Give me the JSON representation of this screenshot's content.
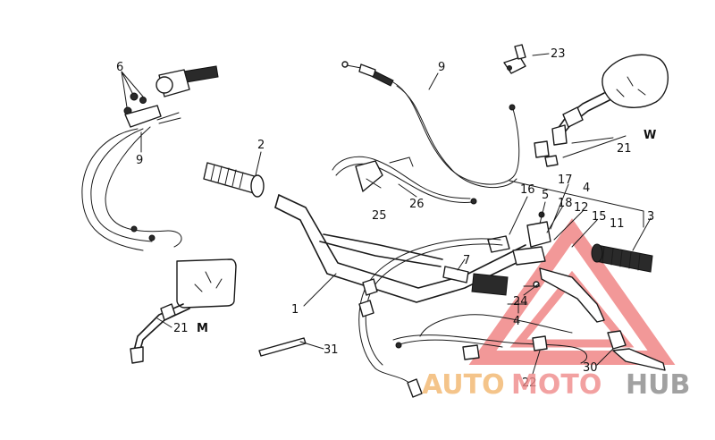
{
  "labels": {
    "p1": "1",
    "p2": "2",
    "p3": "3",
    "p4a": "4",
    "p4b": "4",
    "p5": "5",
    "p6": "6",
    "p7": "7",
    "p9a": "9",
    "p9b": "9",
    "p11": "11",
    "p12": "12",
    "p15": "15",
    "p16": "16",
    "p17": "17",
    "p18": "18",
    "p21a": "21",
    "p21b": "21",
    "p22": "22",
    "p23": "23",
    "p24": "24",
    "p25": "25",
    "p26": "26",
    "p30": "30",
    "p31": "31",
    "variantW": "W",
    "variantM": "M"
  },
  "watermark": {
    "auto": "AUTO",
    "moto": "MOTO",
    "hub": "HUB",
    "colors": {
      "orange": "#f2b66d",
      "pink": "#f08a8a",
      "gray": "#8a8a8a",
      "red": "#e94545"
    }
  }
}
